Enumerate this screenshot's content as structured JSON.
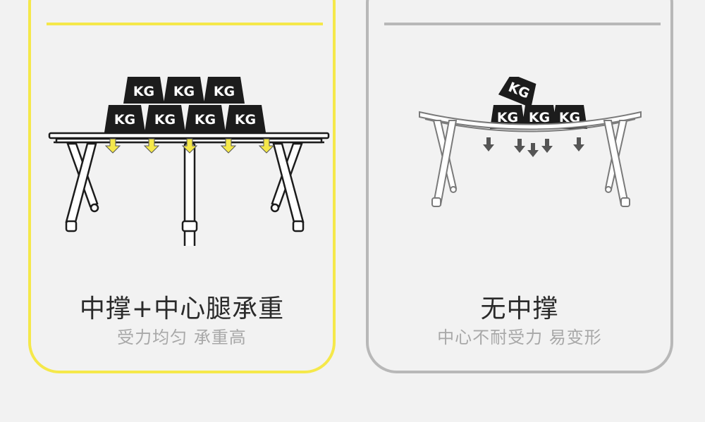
{
  "left_card": {
    "title": "中撑+中心腿承重",
    "subtitle": "受力均匀 承重高",
    "weight_label": "KG",
    "accent_color": "#f5e84a"
  },
  "right_card": {
    "title": "无中撑",
    "subtitle": "中心不耐受力 易变形",
    "weight_label": "KG",
    "accent_color": "#b8b8b8"
  }
}
